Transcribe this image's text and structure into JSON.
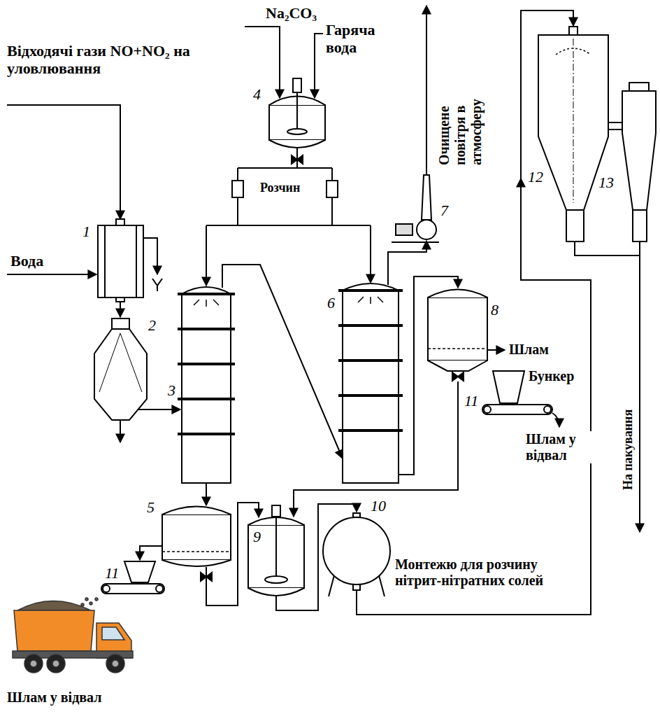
{
  "diagram": {
    "labels": [
      "Відходячі гази NO+NO₂ на уловлювання",
      "Вода",
      "1",
      "2",
      "Na₂CO₃",
      "Гаряча вода",
      "4",
      "Розчин",
      "Очищене повітря в атмосферу",
      "7",
      "3",
      "6",
      "8",
      "Шлам",
      "Бункер",
      "11",
      "Шлам у відвал",
      "12",
      "13",
      "На пакування",
      "5",
      "11",
      "9",
      "10",
      "Монтежю для розчину нітрит-нітратних солей",
      "Шлам у відвал"
    ]
  }
}
